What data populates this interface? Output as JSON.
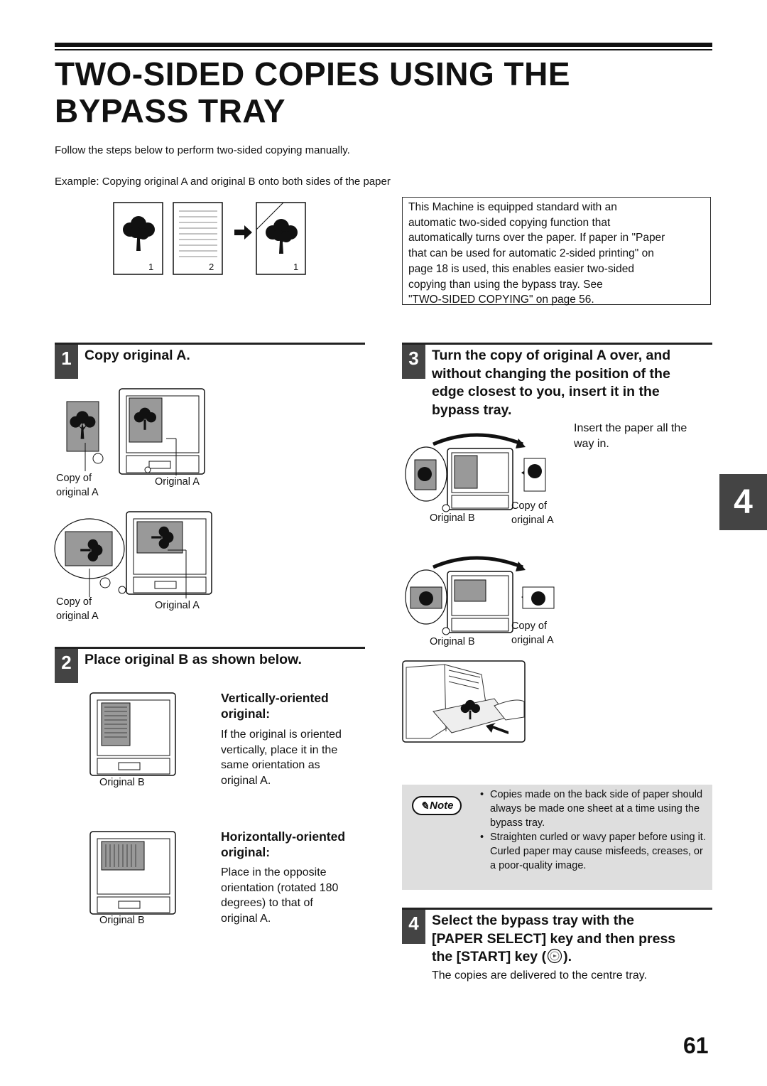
{
  "page": {
    "title_line1": "TWO-SIDED COPIES USING THE",
    "title_line2": "BYPASS TRAY",
    "intro": "Follow the steps below to perform two-sided copying manually.",
    "example": "Example: Copying original A and original B onto both sides of the paper",
    "page_number": "61",
    "chapter_tab": "4"
  },
  "example_figure": {
    "page_labels": [
      "1",
      "2",
      "1"
    ]
  },
  "infobox": {
    "lines": [
      "This Machine is equipped standard with an",
      "automatic two-sided copying function that",
      "automatically turns over the paper. If paper in \"Paper",
      "that can be used for automatic 2-sided printing\" on",
      "page 18 is used, this enables easier two-sided",
      "copying than using the bypass tray. See",
      "\"TWO-SIDED COPYING\" on page 56."
    ]
  },
  "steps": {
    "step1": {
      "number": "1",
      "title": "Copy original A.",
      "fig1": {
        "copy_label_1": "Copy of",
        "copy_label_2": "original A",
        "original_label": "Original A"
      },
      "fig2": {
        "copy_label_1": "Copy of",
        "copy_label_2": "original A",
        "original_label": "Original A"
      }
    },
    "step2": {
      "number": "2",
      "title": "Place original B as shown below.",
      "vertical": {
        "heading_1": "Vertically-oriented",
        "heading_2": "original:",
        "lines": [
          "If the original is oriented",
          "vertically, place it in the",
          "same orientation as",
          "original A."
        ],
        "fig_label": "Original B"
      },
      "horizontal": {
        "heading_1": "Horizontally-oriented",
        "heading_2": "original:",
        "lines": [
          "Place in the opposite",
          "orientation (rotated 180",
          "degrees) to that of",
          "original A."
        ],
        "fig_label": "Original B"
      }
    },
    "step3": {
      "number": "3",
      "title_lines": [
        "Turn the copy of original A over, and",
        "without changing the position of the",
        "edge closest to you, insert it in the",
        "bypass tray."
      ],
      "note_lines": [
        "Insert the paper all the",
        "way in."
      ],
      "fig1": {
        "original_label": "Original B",
        "copy_label_1": "Copy of",
        "copy_label_2": "original A"
      },
      "fig2": {
        "original_label": "Original B",
        "copy_label_1": "Copy of",
        "copy_label_2": "original A"
      }
    },
    "step4": {
      "number": "4",
      "title_line1": "Select the bypass tray with the",
      "title_line2": "[PAPER SELECT] key and then press",
      "title_line3_pre": "the [START] key (",
      "title_line3_post": ").",
      "body": "The copies are delivered to the centre tray."
    }
  },
  "note": {
    "badge": "Note",
    "items": [
      "Copies made on the back side of paper should always be made one sheet at a time using the bypass tray.",
      "Straighten curled or wavy paper before using it. Curled paper may cause misfeeds, creases, or a poor-quality image."
    ]
  }
}
